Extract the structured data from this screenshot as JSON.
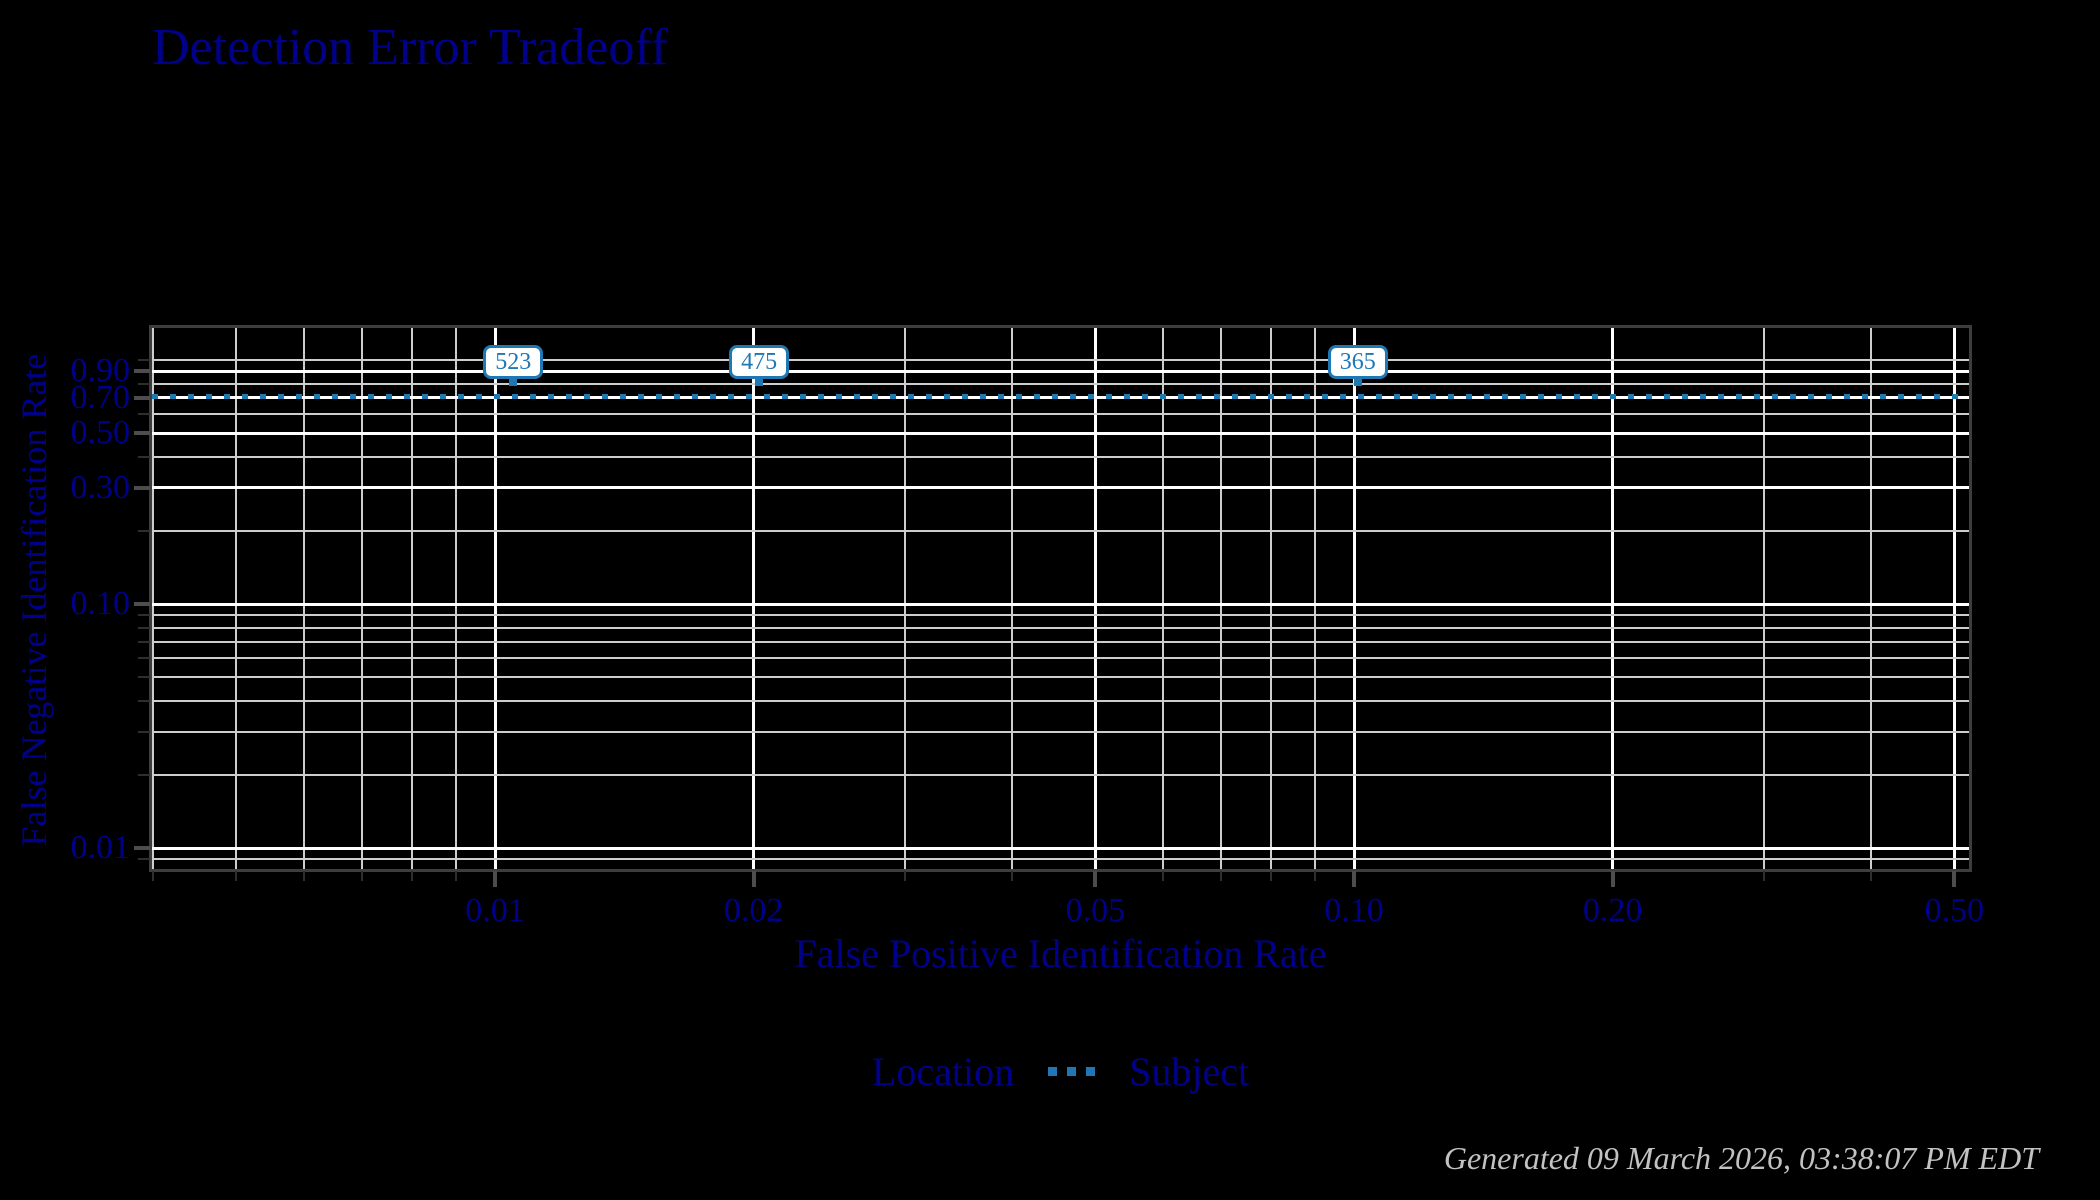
{
  "title": "Detection Error Tradeoff",
  "footer": {
    "generated_text": "Generated 09 March 2026, 03:38:07 PM EDT"
  },
  "legend": {
    "items": [
      {
        "label": "Location",
        "symbol": "none"
      },
      {
        "label": "Subject",
        "symbol": "dotted-line",
        "color": "#1f77b4"
      }
    ]
  },
  "colors": {
    "heading_blue": "#00008B",
    "series_blue": "#1f77b4",
    "grid_major": "#ffffff",
    "grid_minor": "#cdcdcd",
    "axis_border": "#3d3d3d",
    "tick_major": "#4d4d4d",
    "tick_minor": "#2e2e2e",
    "annotation_bg": "#ffffff",
    "timestamp_gray": "#c2c2c2",
    "background": "#000000"
  },
  "chart_data": {
    "type": "line",
    "title": "Detection Error Tradeoff",
    "xlabel": "False Positive Identification Rate",
    "ylabel": "False Negative Identification Rate",
    "x_scale": "log",
    "y_scale": "log",
    "x_range": [
      0.004,
      0.52
    ],
    "y_range": [
      0.0073,
      1.37
    ],
    "grid": true,
    "legend_position": "bottom-center",
    "x_ticks": {
      "values": [
        0.01,
        0.02,
        0.05,
        0.1,
        0.2,
        0.5
      ],
      "labels": [
        "0.01",
        "0.02",
        "0.05",
        "0.10",
        "0.20",
        "0.50"
      ]
    },
    "x_minor_gridlines": [
      0.004,
      0.005,
      0.006,
      0.007,
      0.008,
      0.009,
      0.03,
      0.04,
      0.06,
      0.07,
      0.08,
      0.09,
      0.3,
      0.4
    ],
    "y_ticks": {
      "values": [
        0.9,
        0.7,
        0.5,
        0.3,
        0.1,
        0.01
      ],
      "labels": [
        "0.90",
        "0.70",
        "0.50",
        "0.30",
        "0.10",
        "0.01"
      ]
    },
    "y_minor_gridlines": [
      1.0,
      0.8,
      0.6,
      0.4,
      0.2,
      0.09,
      0.08,
      0.07,
      0.06,
      0.05,
      0.04,
      0.03,
      0.02,
      0.009
    ],
    "series": [
      {
        "name": "Location",
        "visible_in_plot": false
      },
      {
        "name": "Subject",
        "style": "dotted",
        "color": "#1f77b4",
        "shape": "horizontal-line",
        "fnir": 0.71,
        "fpir_extent": [
          0.004,
          0.52
        ]
      }
    ],
    "annotations": [
      {
        "label": "523",
        "fpir": 0.0105,
        "fnir": 0.71
      },
      {
        "label": "475",
        "fpir": 0.0203,
        "fnir": 0.71
      },
      {
        "label": "365",
        "fpir": 0.101,
        "fnir": 0.71
      }
    ]
  }
}
